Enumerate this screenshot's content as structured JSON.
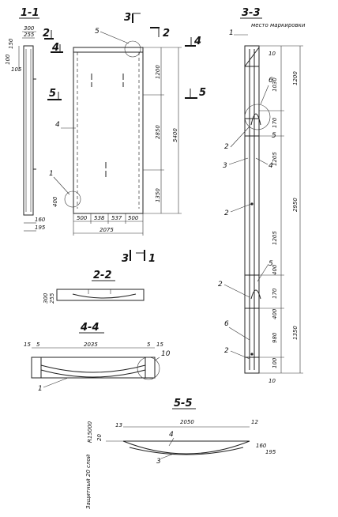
{
  "sections": {
    "s1": "1-1",
    "s2": "2-2",
    "s3": "3-3",
    "s4": "4-4",
    "s5": "5-5"
  },
  "markers": {
    "n1": "1",
    "n2": "2",
    "n3": "3",
    "n4": "4",
    "n5": "5",
    "n6": "6",
    "n10": "10"
  },
  "notes": {
    "marking_place": "место маркировки",
    "protective_layer": "Защитный 20 слой"
  },
  "dims": {
    "d300": "300",
    "d255": "255",
    "d150": "150",
    "d105": "105",
    "d100": "100",
    "d400": "400",
    "d160": "160",
    "d195": "195",
    "d500": "500",
    "d538": "538",
    "d537": "537",
    "d2075": "2075",
    "d1200": "1200",
    "d2850": "2850",
    "d5400": "5400",
    "d1350": "1350",
    "d1030": "1030",
    "d170": "170",
    "d1205": "1205",
    "d2950": "2950",
    "d980": "980",
    "d10": "10",
    "d15": "15",
    "d5": "5",
    "d2035": "2035",
    "d2050": "2050",
    "d13": "13",
    "d12": "12",
    "d20": "20",
    "r15000": "R15000"
  },
  "colors": {
    "ink": "#111111"
  }
}
